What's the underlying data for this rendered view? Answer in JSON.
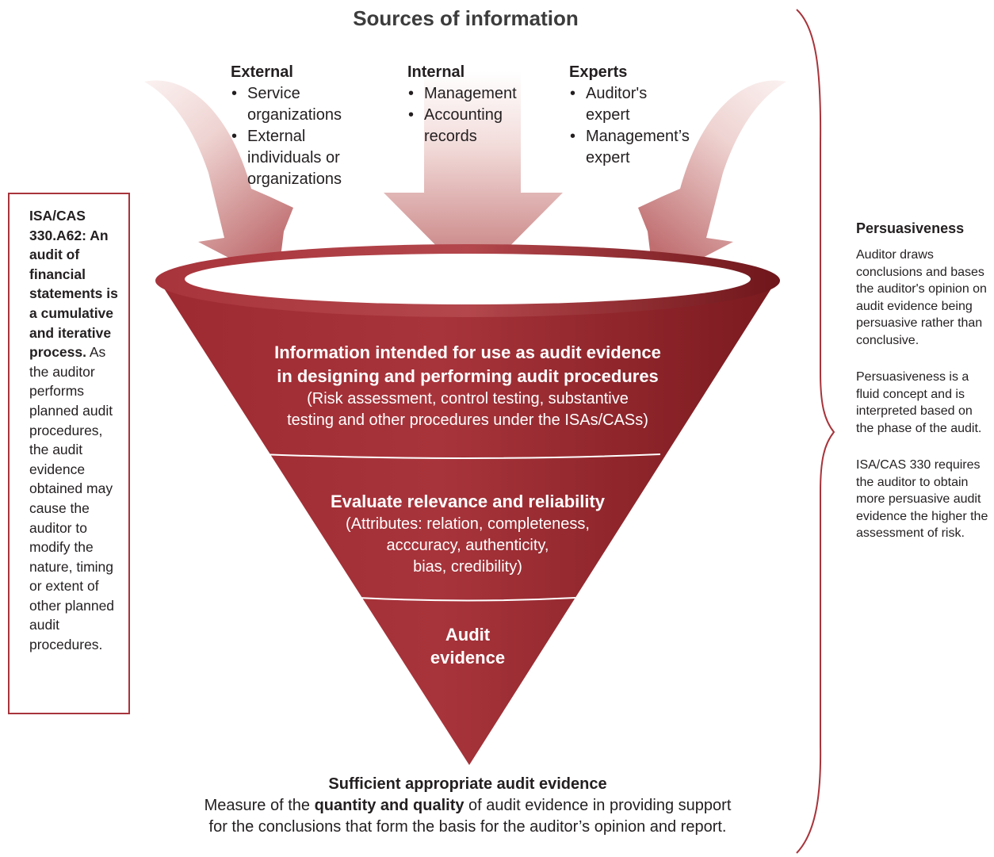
{
  "title": "Sources of information",
  "sources": [
    {
      "heading": "External",
      "items": [
        "Service organizations",
        "External individuals or organizations"
      ]
    },
    {
      "heading": "Internal",
      "items": [
        "Management",
        "Accounting records"
      ]
    },
    {
      "heading": "Experts",
      "items": [
        "Auditor's expert",
        "Management’s expert"
      ]
    }
  ],
  "left_note": {
    "bold": "ISA/CAS 330.A62: An audit of financial statements is a cumulative and iterative process.",
    "text": " As the auditor performs planned audit procedures, the audit evidence obtained may cause the auditor to modify the nature, timing or extent of other planned audit procedures."
  },
  "funnel": {
    "stage1": {
      "heading_line1": "Information intended for use as audit evidence",
      "heading_line2": "in designing and performing audit procedures",
      "sub_line1": "(Risk assessment, control testing, substantive",
      "sub_line2": "testing and other procedures under the ISAs/CASs)"
    },
    "stage2": {
      "heading": "Evaluate relevance and reliability",
      "sub_line1": "(Attributes: relation, completeness,",
      "sub_line2": "acccuracy, authenticity,",
      "sub_line3": "bias, credibility)"
    },
    "stage3": {
      "line1": "Audit",
      "line2": "evidence"
    }
  },
  "bottom": {
    "heading": "Sufficient appropriate audit evidence",
    "line1_a": "Measure of the ",
    "line1_bold": "quantity and quality",
    "line1_b": " of audit evidence in providing support",
    "line2": "for the conclusions that form the basis for the auditor’s opinion and report."
  },
  "right": {
    "heading": "Persuasiveness",
    "paragraphs": [
      "Auditor draws conclusions and bases the auditor's opinion on audit evidence being persuasive rather than conclusive.",
      "Persuasiveness is a fluid concept and is interpreted based on the phase of the audit.",
      "ISA/CAS 330 requires the auditor to obtain more persuasive audit evidence the higher the assessment of risk."
    ]
  },
  "colors": {
    "funnel_dark": "#7d1b20",
    "funnel_mid": "#a8343b",
    "arrow_light": "#f6e4e2",
    "arrow_dark": "#c9787a",
    "box_border": "#a8343b",
    "brace": "#a8343b"
  }
}
